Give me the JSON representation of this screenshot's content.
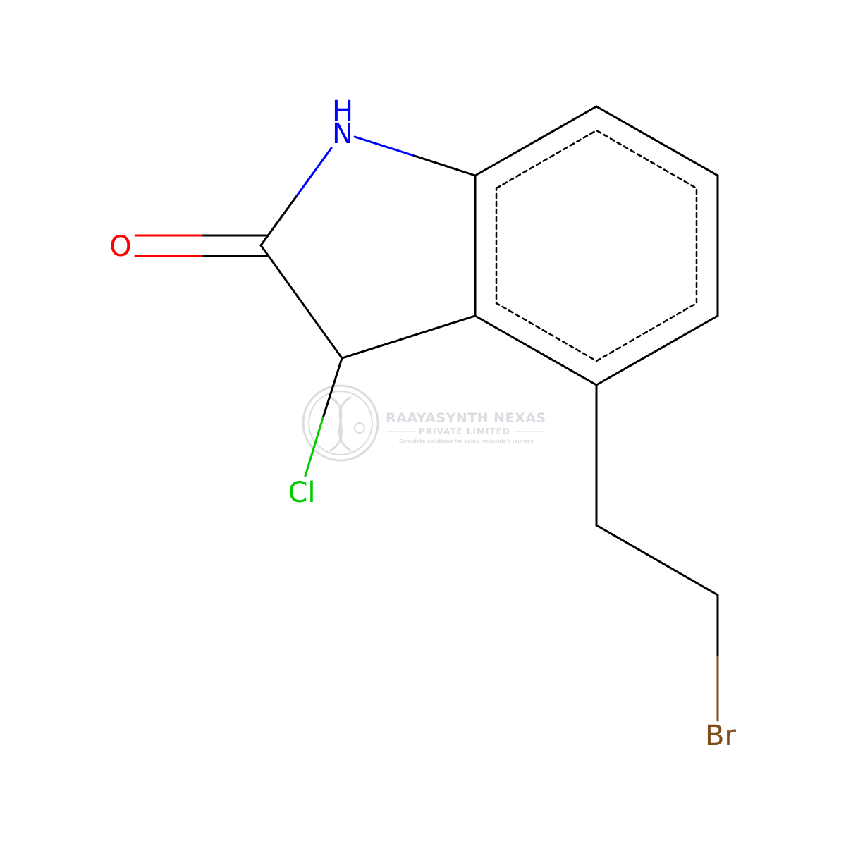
{
  "colors": {
    "background": "#ffffff",
    "bond": "#000000",
    "nitrogen": "#0000ff",
    "oxygen": "#ff0000",
    "chlorine": "#00cc00",
    "bromine": "#7f4c19",
    "watermark": "#d9dde2"
  },
  "atoms": {
    "nh_h": "H",
    "nh_n": "N",
    "oxygen": "O",
    "chlorine": "Cl",
    "bromine": "Br"
  },
  "watermark": {
    "title": "RAAYASYNTH NEXAS",
    "subtitle": "PRIVATE LIMITED",
    "tagline": "Complete solutions for every molecule's journey",
    "icon": "dna-logo-icon"
  }
}
